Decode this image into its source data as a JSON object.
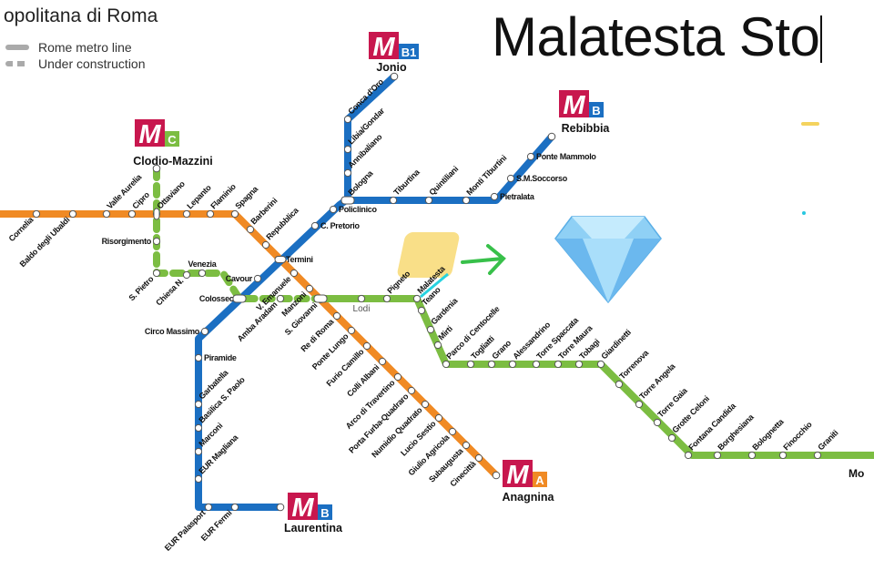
{
  "header": {
    "map_title": "opolitana di Roma"
  },
  "legend": [
    {
      "label": "Rome metro line",
      "style": "solid"
    },
    {
      "label": "Under construction",
      "style": "dashed"
    }
  ],
  "title": "Malatesta Sto",
  "cut_text": "Mo",
  "colors": {
    "A": "#f08a24",
    "B": "#1b6fc2",
    "C": "#7cbd42",
    "logo": "#c8174e",
    "highlight": "#27d3e0"
  },
  "logo_letter": "M",
  "lines": {
    "A": {
      "letter": "A",
      "terminus": "Anagnina",
      "stations": [
        "Cornelia",
        "Baldo degli Ubaldi",
        "Valle Aurelia",
        "Cipro",
        "Ottaviano",
        "Lepanto",
        "Flaminio",
        "Spagna",
        "Barberini",
        "Repubblica",
        "V. Emanuele",
        "Manzoni",
        "S. Giovanni",
        "Re di Roma",
        "Ponte Lungo",
        "Furio Camillo",
        "Colli Albani",
        "Arco di Travertino",
        "Porta Furba-Quadraro",
        "Numidio Quadrato",
        "Lucio Sestio",
        "Giulio Agricola",
        "Subaugusta",
        "Cinecittà"
      ]
    },
    "B": {
      "letter": "B",
      "terminus": "Laurentina",
      "terminus2": "Rebibbia",
      "stations": [
        "EUR Fermi",
        "EUR Palasport",
        "EUR Magliana",
        "Marconi",
        "Basilica S. Paolo",
        "Garbatella",
        "Piramide",
        "Circo Massimo",
        "Colosseo",
        "Cavour",
        "Termini",
        "C. Pretorio",
        "Policlinico",
        "Bologna",
        "Tiburtina",
        "Quintiliani",
        "Monti Tiburtini",
        "Pietralata",
        "S.M.Soccorso",
        "Ponte Mammolo"
      ]
    },
    "B1": {
      "letter": "B1",
      "terminus": "Jonio",
      "stations": [
        "Annibaliano",
        "Libia/Gondar",
        "Conca d'Oro"
      ]
    },
    "C": {
      "letter": "C",
      "terminus": "Clodio-Mazzini",
      "stations": [
        "Risorgimento",
        "S. Pietro",
        "Chiesa N.",
        "Venezia",
        "Amba Aradam",
        "Lodi",
        "Pigneto",
        "Malatesta",
        "Teano",
        "Gardenia",
        "Mirti",
        "Parco di Centocelle",
        "Togliatti",
        "Grano",
        "Alessandrino",
        "Torre Spaccata",
        "Torre Maura",
        "Tobagi",
        "Giardinetti",
        "Torrenova",
        "Torre Angela",
        "Torre Gaia",
        "Grotte Celoni",
        "Fontana Candida",
        "Borghesiana",
        "Bolognetta",
        "Finocchio",
        "Graniti"
      ]
    }
  }
}
